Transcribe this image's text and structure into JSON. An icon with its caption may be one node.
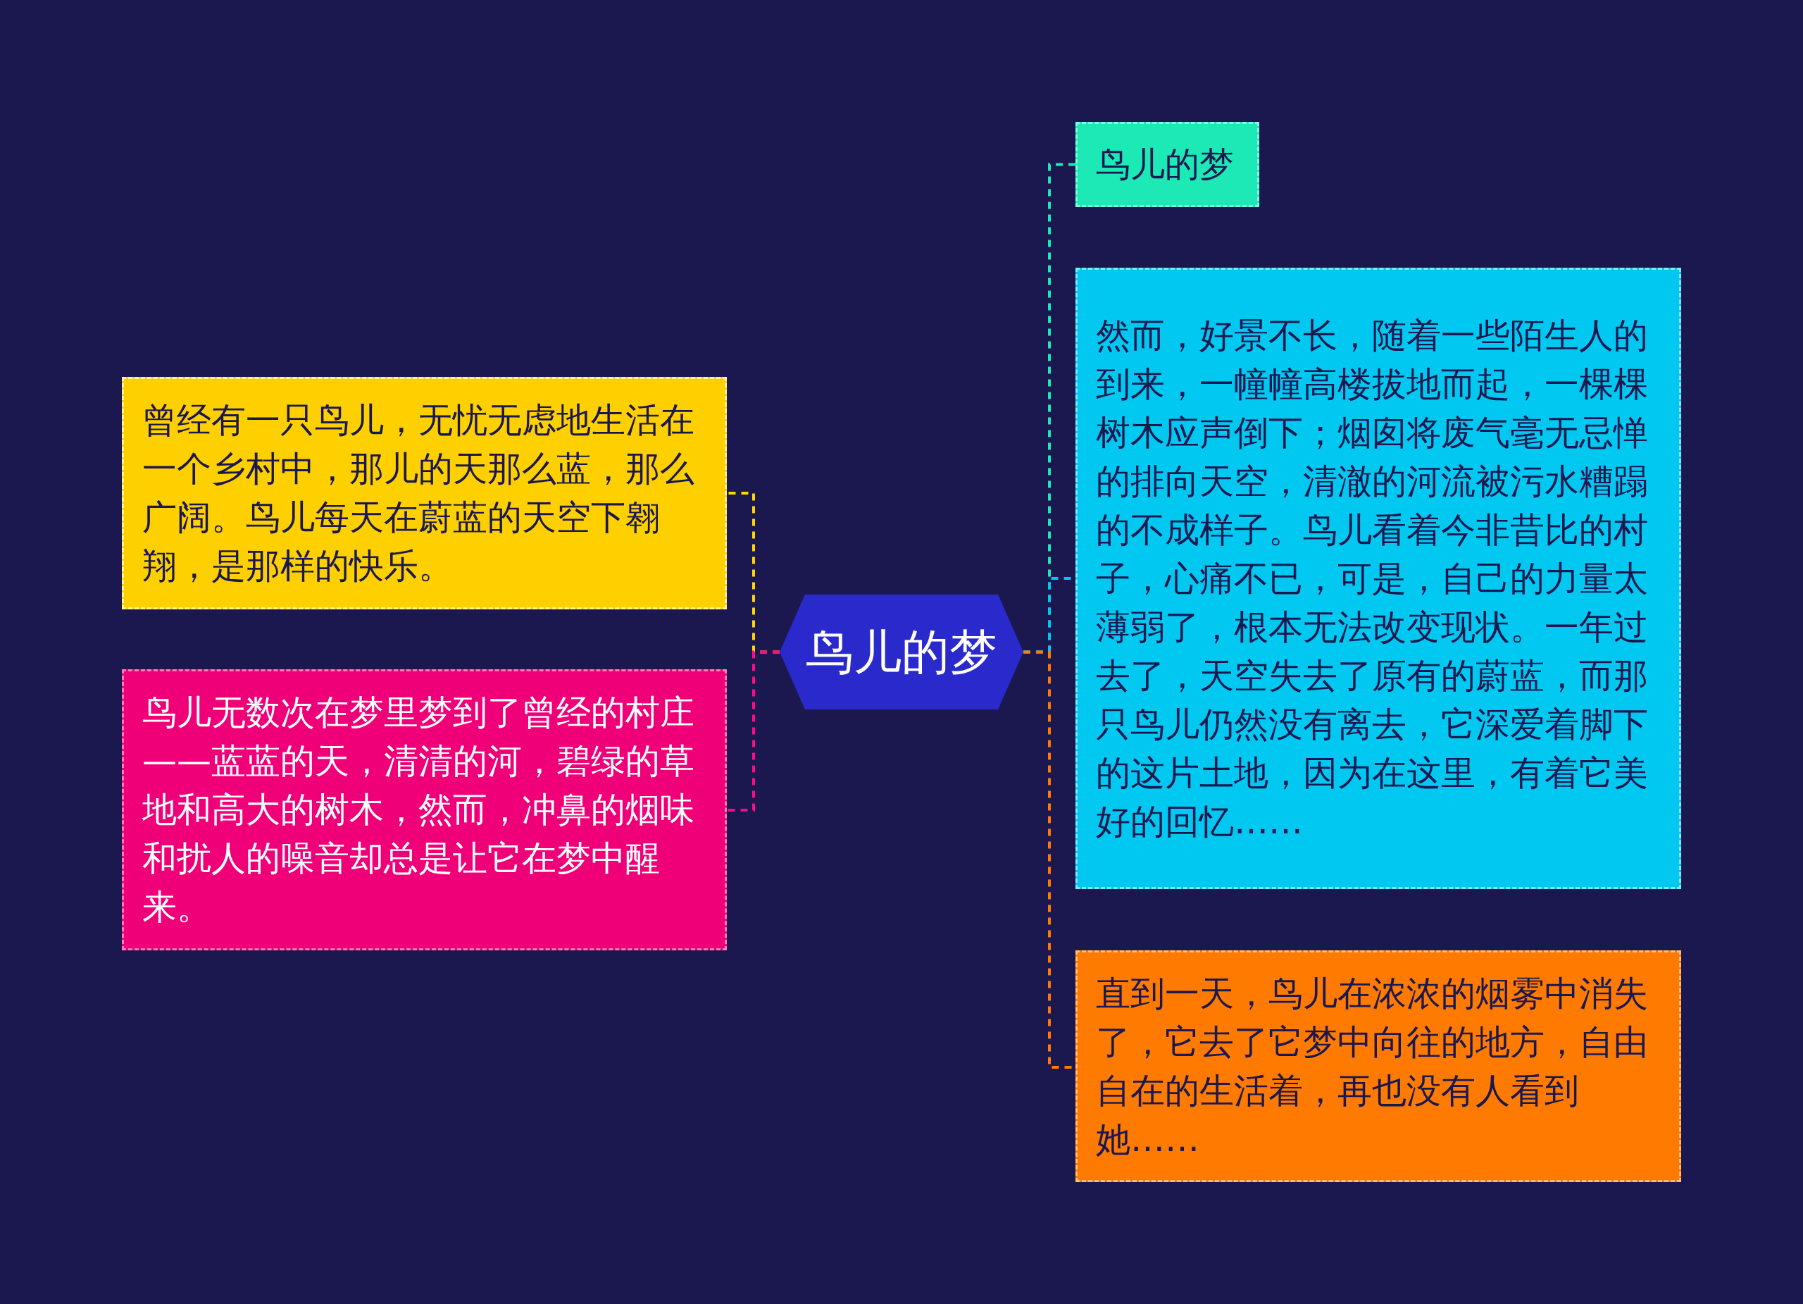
{
  "diagram": {
    "nodes": [
      {
        "text": [
          "鸟儿的梦"
        ]
      },
      {
        "text": [
          "曾经有一只鸟儿，无忧无虑地生活在一个乡村中，那儿的天那么蓝，那么广阔。鸟儿每天在蔚蓝的天空下翱翔，是那样的快乐。"
        ]
      },
      {
        "text": [
          "鸟儿无数次在梦里梦到了曾经的村庄——蓝蓝的天，清清的河，碧绿的草地和高大的树木，然而，冲鼻的烟味和扰人的噪音却总是让它在梦中醒来。"
        ]
      },
      {
        "text": [
          "鸟儿的梦"
        ]
      },
      {
        "text": [
          "然而，好景不长，随着一些陌生人的到来，一幢幢高楼拔地而起，一棵棵树木应声倒下；烟囱将废气毫无忌惮的排向天空，清澈的河流被污水糟蹋的不成样子。鸟儿看着今非昔比的村子，心痛不已，可是，自己的力量太薄弱了，根本无法改变现状。一年过去了，天空失去了原有的蔚蓝，而那只鸟儿仍然没有离去，它深爱着脚下的这片土地，因为在这里，有着它美好的回忆……"
        ]
      },
      {
        "text": [
          "直到一天，鸟儿在浓浓的烟雾中消失了，它去了它梦中向往的地方，自由自在的生活着，再也没有人看到她……"
        ]
      }
    ],
    "edges": [
      {
        "from": 0,
        "to": 1,
        "arrow": "none",
        "style": "dashed",
        "color": "#ffd600"
      },
      {
        "from": 0,
        "to": 2,
        "arrow": "none",
        "style": "dashed",
        "color": "#ff0a84"
      },
      {
        "from": 0,
        "to": 3,
        "arrow": "none",
        "style": "dashed",
        "color": "#1de9b6"
      },
      {
        "from": 0,
        "to": 4,
        "arrow": "none",
        "style": "dashed",
        "color": "#00c8f0"
      },
      {
        "from": 0,
        "to": 5,
        "arrow": "none",
        "style": "dashed",
        "color": "#ff7a00"
      }
    ]
  }
}
